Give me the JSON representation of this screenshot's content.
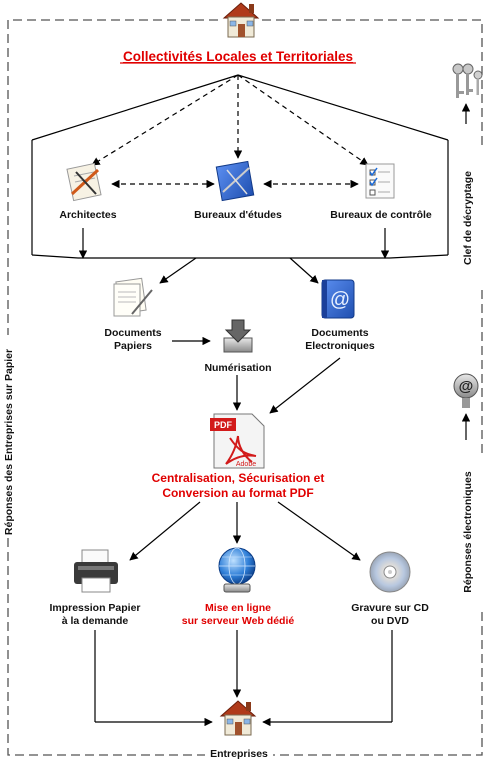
{
  "title": "Collectivités Locales et Territoriales",
  "top_row": {
    "architectes": "Architectes",
    "bureaux_etudes": "Bureaux d'études",
    "bureaux_controle": "Bureaux de contrôle"
  },
  "documents": {
    "papiers_line1": "Documents",
    "papiers_line2": "Papiers",
    "electroniques_line1": "Documents",
    "electroniques_line2": "Electroniques"
  },
  "numerisation": "Numérisation",
  "pdf_icon": {
    "top": "PDF",
    "bottom": "Adobe"
  },
  "centralisation": {
    "line1": "Centralisation, Sécurisation et",
    "line2": "Conversion au format PDF"
  },
  "outputs": {
    "impression_line1": "Impression Papier",
    "impression_line2": "à la demande",
    "web_line1": "Mise en ligne",
    "web_line2": "sur serveur Web dédié",
    "gravure_line1": "Gravure sur CD",
    "gravure_line2": "ou DVD"
  },
  "entreprises": "Entreprises",
  "side_labels": {
    "left": "Réponses des Entreprises sur Papier",
    "right_top": "Clef de décryptage",
    "right_bottom": "Réponses électroniques"
  },
  "icons": {
    "top_house": "house-icon",
    "bottom_house": "house-icon",
    "keys": "keys-icon",
    "at": "at-sign-icon"
  },
  "colors": {
    "accent_red": "#e00000",
    "house_roof": "#b03a1a",
    "doc_blue": "#2f6fd6"
  }
}
